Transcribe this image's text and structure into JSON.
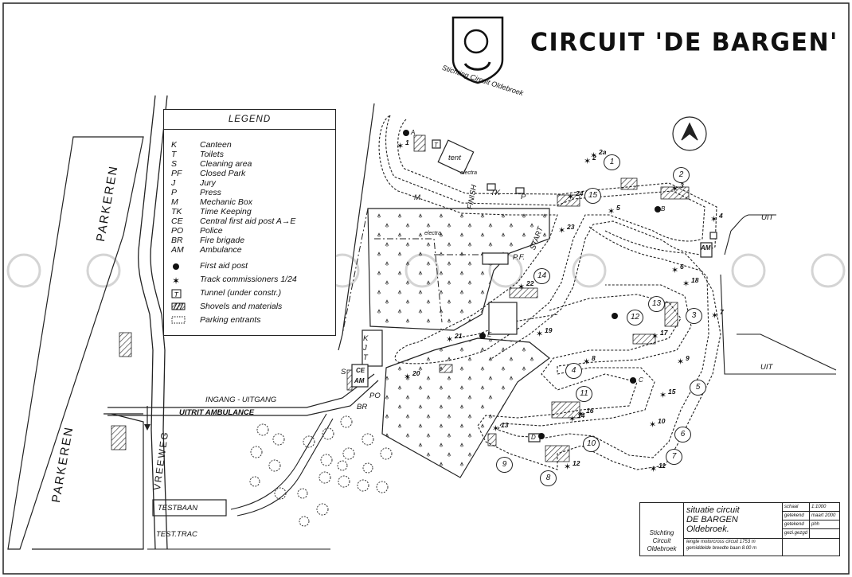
{
  "title": "CIRCUIT 'DE BARGEN'",
  "logo_text": "Stichting Circuit Oldebroek",
  "legend": {
    "title": "LEGEND",
    "codes": [
      {
        "code": "K",
        "label": "Canteen"
      },
      {
        "code": "T",
        "label": "Toilets"
      },
      {
        "code": "S",
        "label": "Cleaning area"
      },
      {
        "code": "PF",
        "label": "Closed Park"
      },
      {
        "code": "J",
        "label": "Jury"
      },
      {
        "code": "P",
        "label": "Press"
      },
      {
        "code": "M",
        "label": "Mechanic Box"
      },
      {
        "code": "TK",
        "label": "Time Keeping"
      },
      {
        "code": "CE",
        "label": "Central first aid post A→E"
      },
      {
        "code": "PO",
        "label": "Police"
      },
      {
        "code": "BR",
        "label": "Fire brigade"
      },
      {
        "code": "AM",
        "label": "Ambulance"
      }
    ],
    "symbols": [
      {
        "symbol": "dot",
        "label": "First aid post"
      },
      {
        "symbol": "star",
        "label": "Track commissioners 1/24"
      },
      {
        "symbol": "tunnel",
        "label": "Tunnel (under constr.)"
      },
      {
        "symbol": "hatch",
        "label": "Shovels and materials"
      },
      {
        "symbol": "dotted-box",
        "label": "Parking entrants"
      }
    ]
  },
  "map_labels": {
    "parkeren_top": "PARKEREN",
    "parkeren_bottom": "PARKEREN",
    "vreeweg": "VREEWEG",
    "ingang": "INGANG - UITGANG",
    "uitrit": "UITRIT AMBULANCE",
    "testbaan": "TESTBAAN",
    "testtrac": "TEST.TRAC",
    "uit_top": "UIT",
    "uit_bottom": "UIT",
    "finish": "FINISH",
    "start": "START",
    "tent": "tent",
    "electra_1": "electra",
    "electra_2": "electra",
    "pf": "P.F.",
    "tk": "TK",
    "p": "P",
    "m": "M",
    "t": "T",
    "am_right": "AM",
    "po": "PO",
    "br": "BR",
    "k": "K",
    "j": "J",
    "t2": "T",
    "s": "S",
    "ce": "CE",
    "am": "AM",
    "d": "D",
    "a": "A",
    "b": "B",
    "c": "C",
    "aid_e": "E"
  },
  "section_numbers": [
    "1",
    "2",
    "3",
    "4",
    "5",
    "6",
    "7",
    "8",
    "9",
    "10",
    "11",
    "12",
    "13",
    "14",
    "15"
  ],
  "commissioners": [
    "1",
    "2",
    "2a",
    "3",
    "4",
    "5",
    "6",
    "7",
    "8",
    "9",
    "10",
    "11",
    "12",
    "13",
    "14",
    "15",
    "16",
    "17",
    "18",
    "19",
    "20",
    "21",
    "22",
    "23",
    "24"
  ],
  "title_block": {
    "org_line1": "Stichting",
    "org_line2": "Circuit",
    "org_line3": "Oldebroek",
    "line1": "situatie circuit",
    "line2": "DE BARGEN",
    "line3": "Oldebroek.",
    "line4": "lengte motorcross circuit 1753 m",
    "line5": "gemiddelde breedte baan 8.00 m",
    "schaal_label": "schaal",
    "schaal_value": "1:1000",
    "getekend_label": "getekend",
    "getekend_value": "maart 2000",
    "gecontroleerd_label": "getekend",
    "gecontroleerd_value": "phh",
    "gezien_label": "gezi.gezgd"
  },
  "colors": {
    "ink": "#1a1a1a",
    "paper": "#ffffff",
    "watermark": "#d8d8d8"
  }
}
